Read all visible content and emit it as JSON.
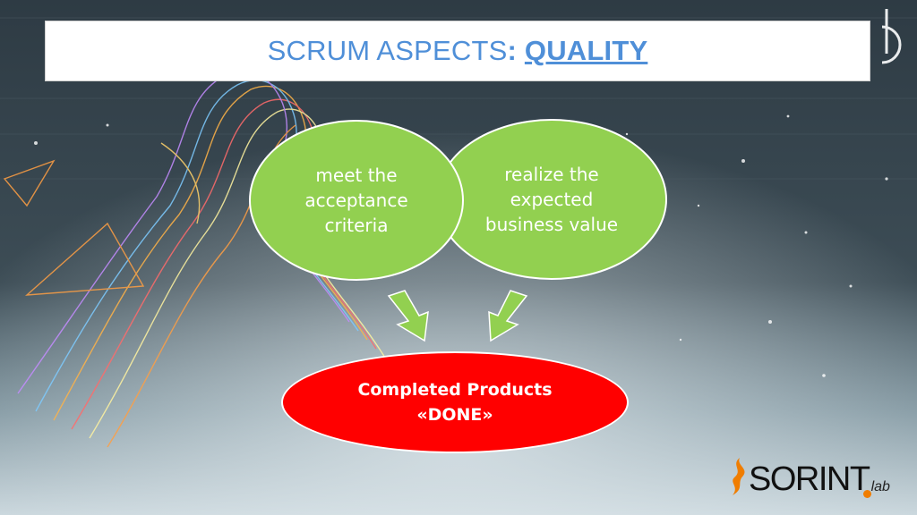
{
  "title": {
    "prefix": "SCRUM ASPECTS",
    "colon": ":",
    "highlight": "QUALITY",
    "color": "#4f8fd8"
  },
  "diagram": {
    "nodes": [
      {
        "id": "acceptance",
        "label": "meet the\nacceptance\ncriteria",
        "color": "#92d050"
      },
      {
        "id": "value",
        "label": "realize the\nexpected\nbusiness value",
        "color": "#92d050"
      },
      {
        "id": "done",
        "label": "Completed Products\n«DONE»",
        "color": "#ff0000"
      }
    ],
    "edges": [
      {
        "from": "acceptance",
        "to": "done"
      },
      {
        "from": "value",
        "to": "done"
      }
    ],
    "arrow_color": "#92d050"
  },
  "logo": {
    "word": "SORINT",
    "suffix": "lab",
    "accent": "#f07d00"
  }
}
